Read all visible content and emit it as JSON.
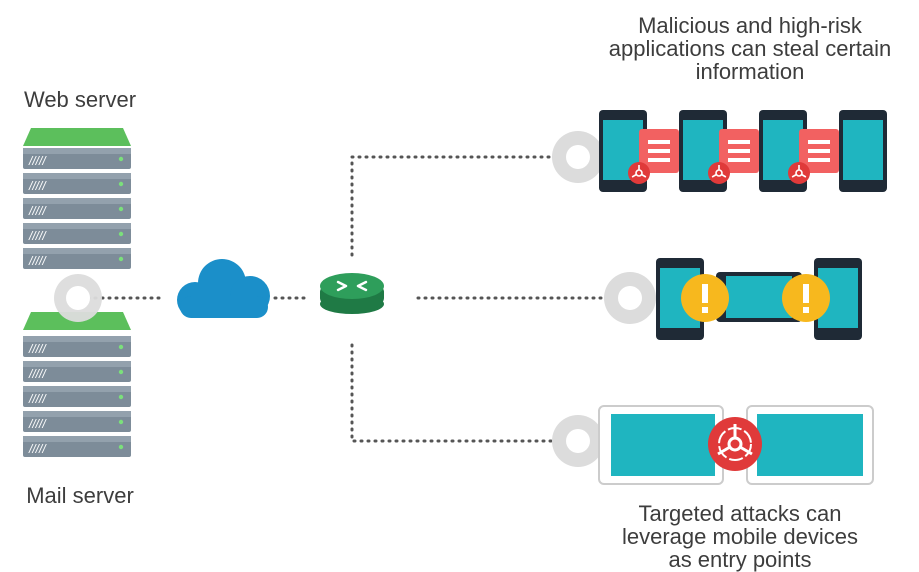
{
  "labels": {
    "web_server": "Web server",
    "mail_server": "Mail server",
    "top_caption": [
      "Malicious and high-risk",
      "applications can steal certain",
      "information"
    ],
    "bottom_caption": [
      "Targeted attacks  can",
      "leverage mobile devices",
      "as entry points"
    ]
  },
  "icons": {
    "servers": "server-rack-icon",
    "cloud": "cloud-icon",
    "router": "router-icon",
    "smartphone": "smartphone-icon",
    "document": "document-icon",
    "biohazard": "biohazard-icon",
    "warning": "warning-icon",
    "tablet": "tablet-icon"
  },
  "colors": {
    "server_body": "#7d8c99",
    "server_top": "#5cbf5c",
    "cloud": "#1b8fc9",
    "router": "#2e9e5b",
    "screen": "#1fb5c0",
    "device_frame": "#1f2a36",
    "document": "#f26161",
    "biohazard": "#e03a3a",
    "warning": "#f7b81e",
    "connector_ring": "#dcdcdc",
    "dots": "#555555"
  }
}
